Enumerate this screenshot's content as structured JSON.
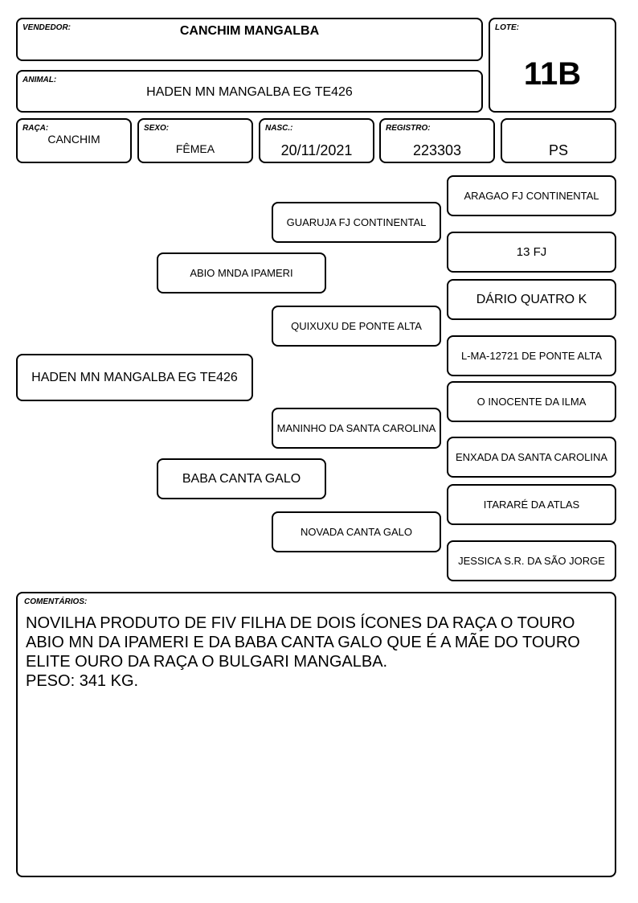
{
  "header": {
    "vendor": {
      "label": "VENDEDOR:",
      "value": "CANCHIM MANGALBA"
    },
    "lot": {
      "label": "LOTE:",
      "value": "11B"
    },
    "animal": {
      "label": "ANIMAL:",
      "value": "HADEN MN MANGALBA EG TE426"
    }
  },
  "details": {
    "breed": {
      "label": "RAÇA:",
      "value": "CANCHIM"
    },
    "sex": {
      "label": "SEXO:",
      "value": "FÊMEA"
    },
    "birth": {
      "label": "NASC.:",
      "value": "20/11/2021"
    },
    "registry": {
      "label": "REGISTRO:",
      "value": "223303"
    },
    "category": {
      "value": "PS"
    }
  },
  "pedigree": {
    "animal": "HADEN MN MANGALBA EG TE426",
    "sire": "ABIO MNDA IPAMERI",
    "dam": "BABA CANTA GALO",
    "sire_sire": "GUARUJA FJ CONTINENTAL",
    "sire_dam": "QUIXUXU DE PONTE ALTA",
    "dam_sire": "MANINHO DA SANTA CAROLINA",
    "dam_dam": "NOVADA CANTA GALO",
    "gen3": [
      "ARAGAO FJ CONTINENTAL",
      "13 FJ",
      "DÁRIO QUATRO K",
      "L-MA-12721 DE PONTE ALTA",
      "O INOCENTE DA ILMA",
      "ENXADA DA SANTA CAROLINA",
      "ITARARÉ DA ATLAS",
      "JESSICA S.R. DA SÃO JORGE"
    ]
  },
  "comments": {
    "label": "COMENTÁRIOS:",
    "text": "NOVILHA PRODUTO DE FIV FILHA DE DOIS ÍCONES DA RAÇA O TOURO\nABIO MN DA IPAMERI E DA BABA CANTA GALO QUE É A MÃE DO TOURO\nELITE OURO DA RAÇA O BULGARI MANGALBA.\nPESO: 341 KG."
  }
}
